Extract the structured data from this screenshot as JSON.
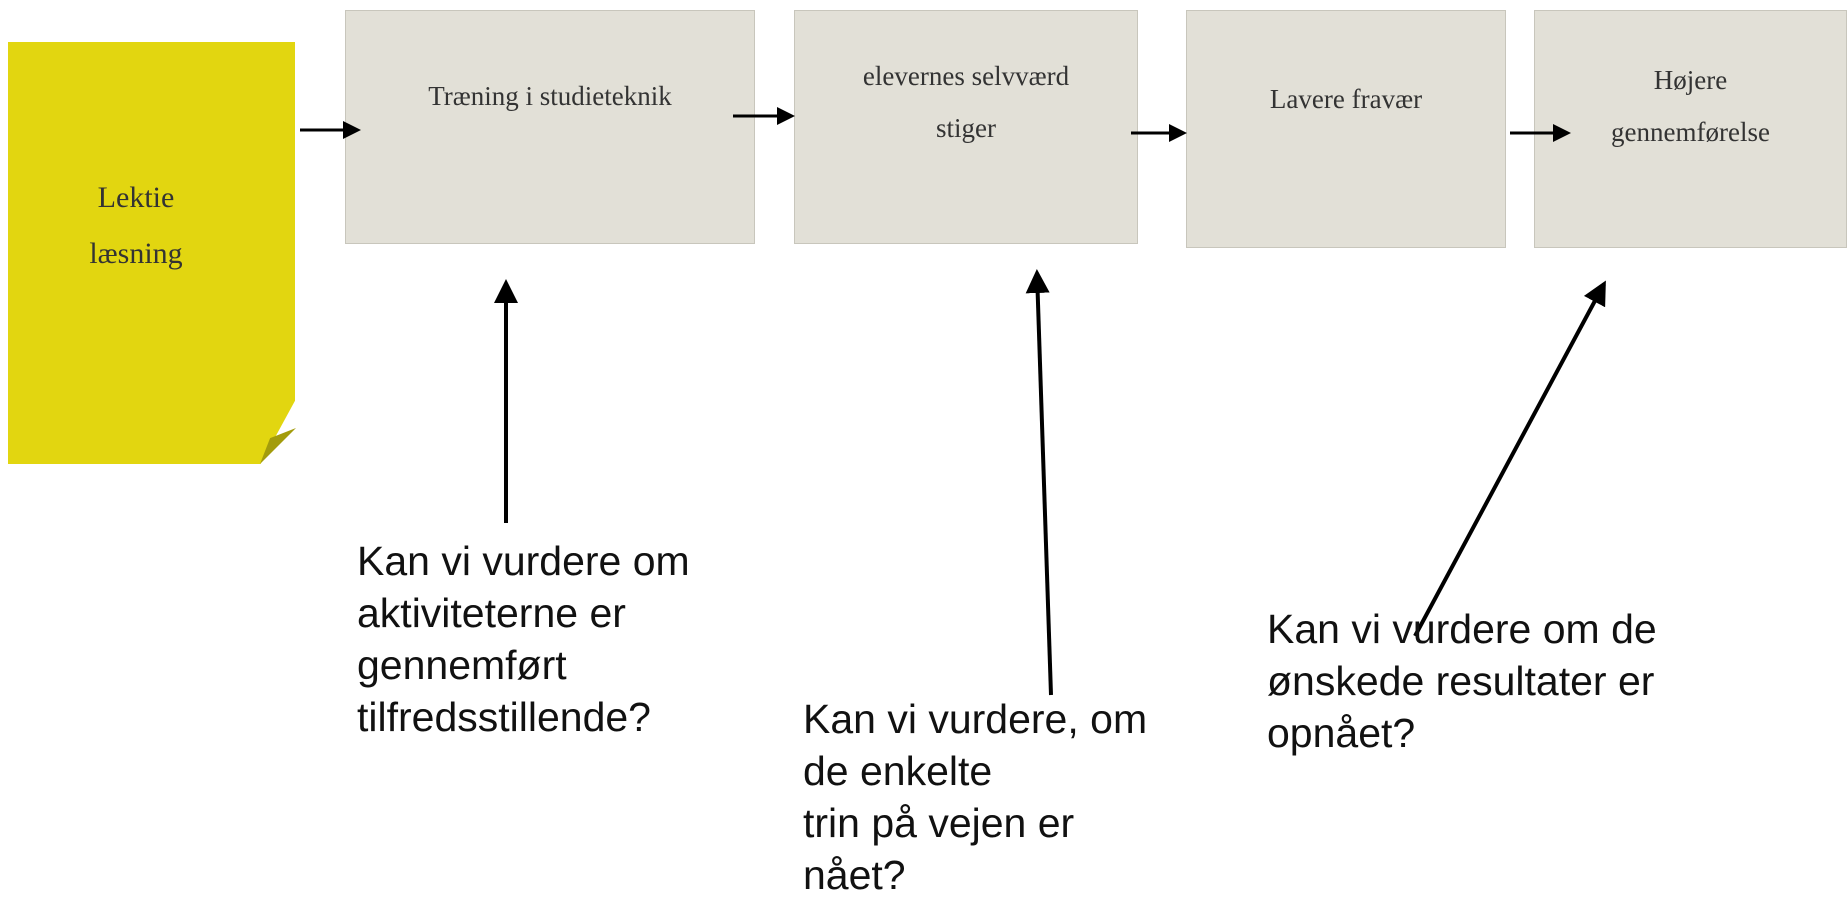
{
  "note": {
    "line1": "Lektie",
    "line2": "læsning"
  },
  "boxes": [
    {
      "lines": [
        "Træning i studieteknik"
      ]
    },
    {
      "lines": [
        "elevernes selvværd",
        "stiger"
      ]
    },
    {
      "lines": [
        "Lavere fravær"
      ]
    },
    {
      "lines": [
        "Højere",
        "gennemførelse"
      ]
    }
  ],
  "questions": [
    {
      "lines": [
        "Kan vi vurdere om",
        "aktiviteterne er",
        "gennemført",
        "tilfredsstillende?"
      ]
    },
    {
      "lines": [
        "Kan vi vurdere, om",
        "de enkelte",
        "trin på vejen er",
        "nået?"
      ]
    },
    {
      "lines": [
        "Kan vi vurdere om de",
        "ønskede resultater er",
        "opnået?"
      ]
    }
  ],
  "colors": {
    "note": "#e2d610",
    "note_fold": "#a39c0c",
    "box_fill": "#e2e0d7",
    "arrow": "#000000"
  }
}
